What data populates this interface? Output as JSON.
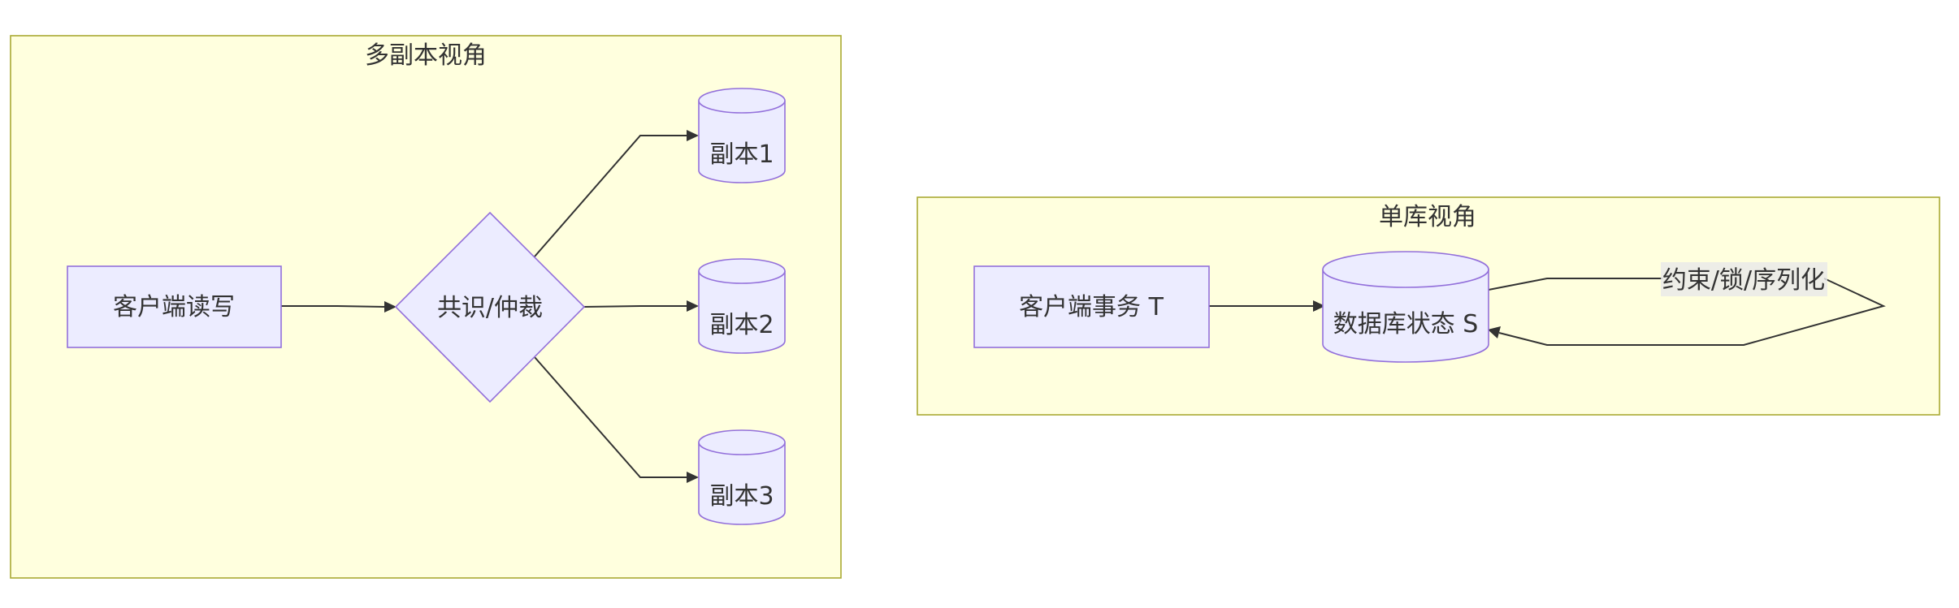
{
  "clusters": {
    "multi": {
      "title": "多副本视角"
    },
    "single": {
      "title": "单库视角"
    }
  },
  "nodes": {
    "client_rw": "客户端读写",
    "consensus": "共识/仲裁",
    "replica1": "副本1",
    "replica2": "副本2",
    "replica3": "副本3",
    "client_tx": "客户端事务 T",
    "db_state": "数据库状态 S"
  },
  "edges": {
    "loop_label": "约束/锁/序列化"
  },
  "colors": {
    "cluster_fill": "#ffffde",
    "cluster_border": "#aaaa33",
    "node_fill": "#ececff",
    "node_border": "#9370db",
    "edge": "#333333"
  }
}
